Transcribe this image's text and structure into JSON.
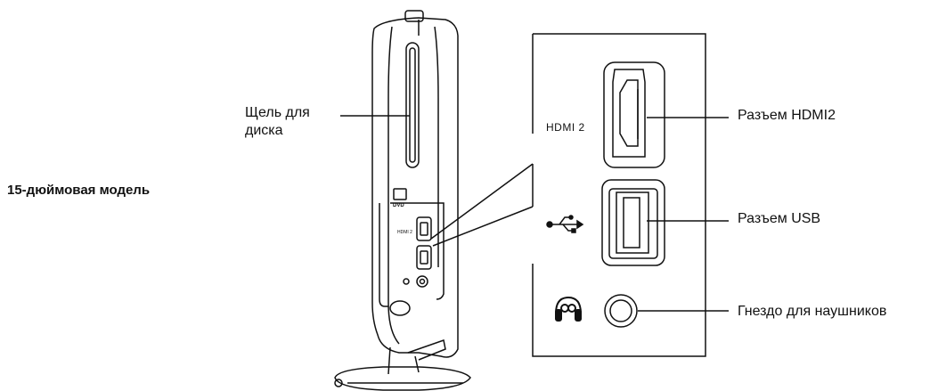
{
  "model_title": "15-дюймовая модель",
  "labels": {
    "disc_slot": "Щель для диска",
    "hdmi_connector": "Разъем HDMI2",
    "usb_connector": "Разъем USB",
    "headphone_jack": "Гнездо для наушников"
  },
  "panel": {
    "hdmi_port_text": "HDMI 2",
    "small_hdmi_text": "HDMI 2",
    "dvd_logo_text": "DVD"
  },
  "icons": [
    "usb-icon",
    "headphone-icon"
  ],
  "colors": {
    "line": "#111111",
    "background": "#ffffff"
  }
}
